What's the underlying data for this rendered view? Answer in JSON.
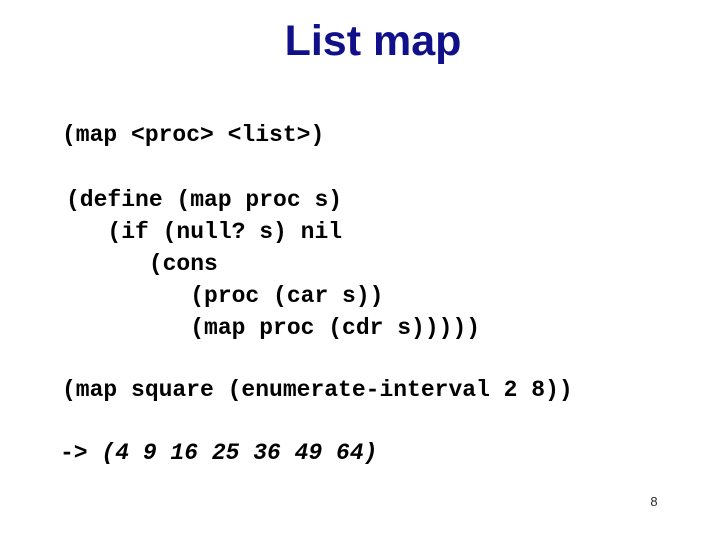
{
  "slide": {
    "title": "List map",
    "page_number": "8",
    "colors": {
      "background": "#ffffff",
      "title_text": "#10108a",
      "code_blue": "#32328e",
      "code_black": "#000000"
    },
    "code": {
      "signature": "(map <proc> <list>)",
      "definition": "(define (map proc s)\n   (if (null? s) nil\n      (cons\n         (proc (car s))\n         (map proc (cdr s)))))",
      "example": "(map square (enumerate-interval 2 8))",
      "result_arrow": "-> ",
      "result_value": "(4 9 16 25 36 49 64)"
    }
  }
}
